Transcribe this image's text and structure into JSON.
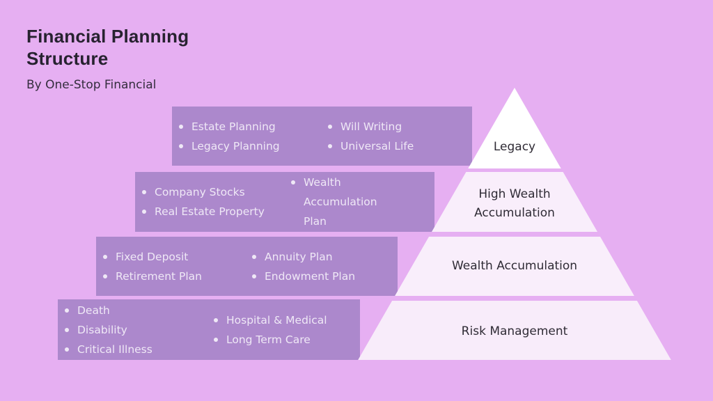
{
  "colors": {
    "background": "#e6aff2",
    "box_fill": "#ac88cc",
    "box_text": "#efe8f6",
    "pyramid_top_fill": "#ffffff",
    "pyramid_layer_fill": "#f9eefb",
    "pyramid_text": "#2f2b35",
    "title_text": "#272230"
  },
  "header": {
    "title_line1": "Financial Planning",
    "title_line2": "Structure",
    "subtitle": "By One-Stop Financial"
  },
  "pyramid": {
    "levels": [
      {
        "label": "Legacy"
      },
      {
        "label": "High Wealth Accumulation"
      },
      {
        "label": "Wealth Accumulation"
      },
      {
        "label": "Risk Management"
      }
    ]
  },
  "boxes": [
    {
      "col1": [
        "Estate Planning",
        "Legacy Planning"
      ],
      "col2": [
        "Will Writing",
        "Universal Life"
      ]
    },
    {
      "col1": [
        "Company Stocks",
        "Real Estate Property"
      ],
      "col2": [
        "Wealth Accumulation Plan"
      ]
    },
    {
      "col1": [
        "Fixed Deposit",
        "Retirement Plan"
      ],
      "col2": [
        "Annuity Plan",
        "Endowment Plan"
      ]
    },
    {
      "col1": [
        "Death",
        "Disability",
        "Critical Illness"
      ],
      "col2": [
        "Hospital & Medical",
        "Long Term Care"
      ]
    }
  ]
}
